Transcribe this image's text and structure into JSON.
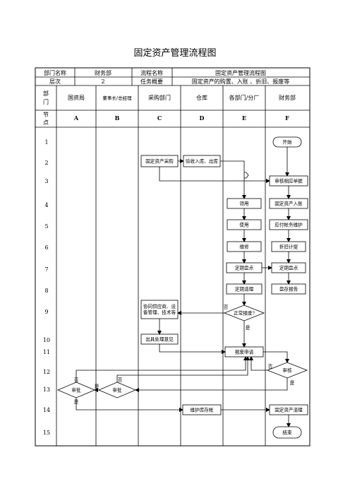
{
  "title": "固定资产管理流程图",
  "info": {
    "dept_label": "部门名称",
    "dept_value": "财务部",
    "process_label": "流程名称",
    "process_value": "固定资产管理流程图",
    "level_label": "层次",
    "level_value": "2",
    "summary_label": "任务概要",
    "summary_value": "固定资产的购置、入账 、折旧、报废等"
  },
  "lanes_header": {
    "dept_label": [
      "部",
      "门"
    ],
    "node_label": [
      "节",
      "点"
    ],
    "lanes": [
      "国资局",
      "董事长/总经理",
      "采购部门",
      "仓库",
      "各部门/分厂",
      "财务部"
    ],
    "letters": [
      "A",
      "B",
      "C",
      "D",
      "E",
      "F"
    ]
  },
  "rows": [
    "1",
    "2",
    "3",
    "4",
    "5",
    "6",
    "7",
    "8",
    "9",
    "10",
    "11",
    "12",
    "13",
    "14",
    "15"
  ],
  "nodes": [
    {
      "id": "start",
      "shape": "terminal",
      "text": "开始"
    },
    {
      "id": "purchase",
      "shape": "box",
      "text": "固定资产采购"
    },
    {
      "id": "inspect",
      "shape": "box",
      "text": "验收入库、出库"
    },
    {
      "id": "review_docs",
      "shape": "box",
      "text": "审核相应单据"
    },
    {
      "id": "receive",
      "shape": "box",
      "text": "领用"
    },
    {
      "id": "asset_entry",
      "shape": "box",
      "text": "固定资产入账"
    },
    {
      "id": "use",
      "shape": "box",
      "text": "使用"
    },
    {
      "id": "payable",
      "shape": "box",
      "text": "应付帐务维护"
    },
    {
      "id": "repair",
      "shape": "box",
      "text": "维修"
    },
    {
      "id": "depreciation",
      "shape": "box",
      "text": "折旧计提"
    },
    {
      "id": "inventory_e",
      "shape": "box",
      "text": "定期盘点"
    },
    {
      "id": "inventory_f",
      "shape": "box",
      "text": "定期盘点"
    },
    {
      "id": "cleanup_e",
      "shape": "box",
      "text": "定期清理"
    },
    {
      "id": "report",
      "shape": "box",
      "text": "盘存报告"
    },
    {
      "id": "notify",
      "shape": "box",
      "text": "协同供应商、设备管理、技术等"
    },
    {
      "id": "normal_scrap",
      "shape": "diamond",
      "text": "正常报废?"
    },
    {
      "id": "opinion",
      "shape": "box",
      "text": "出具处理意见"
    },
    {
      "id": "scrap_apply",
      "shape": "box",
      "text": "报废申请"
    },
    {
      "id": "audit_f",
      "shape": "diamond",
      "text": "审核"
    },
    {
      "id": "approve_a",
      "shape": "diamond",
      "text": "审批"
    },
    {
      "id": "approve_b",
      "shape": "diamond",
      "text": "审批"
    },
    {
      "id": "ledger",
      "shape": "box",
      "text": "维护库存帐"
    },
    {
      "id": "asset_clean",
      "shape": "box",
      "text": "固定资产清理"
    },
    {
      "id": "end",
      "shape": "terminal",
      "text": "结束"
    }
  ],
  "edge_labels": {
    "no": "否",
    "yes": "是"
  }
}
